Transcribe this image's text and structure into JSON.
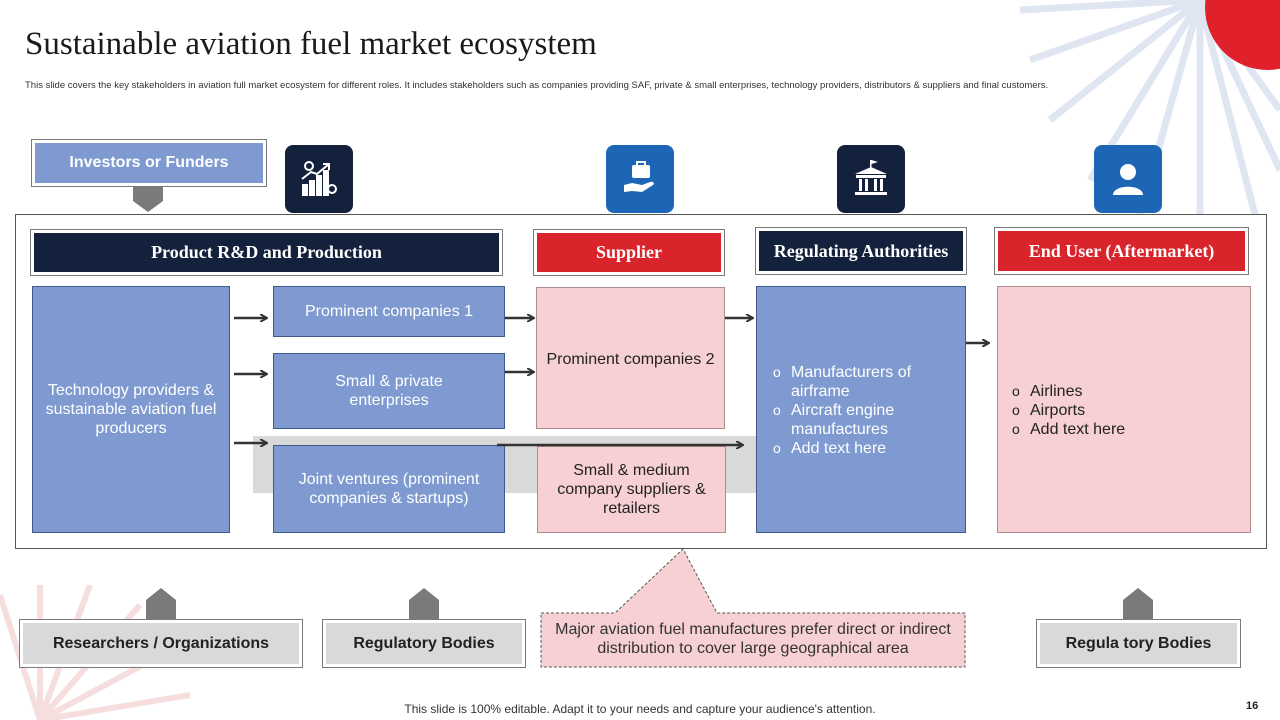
{
  "title": "Sustainable aviation fuel market ecosystem",
  "subtitle": "This slide covers the key stakeholders in aviation full market ecosystem for different roles. It includes stakeholders such as companies providing SAF, private & small enterprises, technology providers, distributors & suppliers and final customers.",
  "investors": {
    "label": "Investors or Funders"
  },
  "icons": [
    "growth-chart-icon",
    "briefcase-hand-icon",
    "government-building-icon",
    "user-icon"
  ],
  "headers": {
    "rnd": "Product R&D and Production",
    "supplier": "Supplier",
    "regulating": "Regulating Authorities",
    "end_user": "End User (Aftermarket)"
  },
  "boxes": {
    "tech": "Technology providers & sustainable aviation fuel producers",
    "prominent1": "Prominent companies 1",
    "small_private": "Small & private enterprises",
    "joint_ventures": "Joint ventures (prominent companies & startups)",
    "prominent2": "Prominent companies 2",
    "small_medium": "Small & medium company suppliers & retailers"
  },
  "regulating_list": [
    "Manufacturers of airframe",
    "Aircraft engine manufactures",
    "Add text here"
  ],
  "end_user_list": [
    "Airlines",
    "Airports",
    "Add text here"
  ],
  "bottom": {
    "researchers": "Researchers / Organizations",
    "regulatory": "Regulatory Bodies",
    "callout": "Major aviation fuel manufactures prefer direct or indirect distribution to cover large geographical area",
    "regulatory2": "Regula tory Bodies"
  },
  "footer": "This slide is 100% editable. Adapt it to your needs and capture your audience's attention.",
  "page_number": "16",
  "colors": {
    "navy": "#14213d",
    "red": "#d9242c",
    "blue": "#7e9ad0",
    "pink": "#f6d0d2",
    "gray": "#d9d9d9",
    "icon_blue": "#1c66b5"
  }
}
